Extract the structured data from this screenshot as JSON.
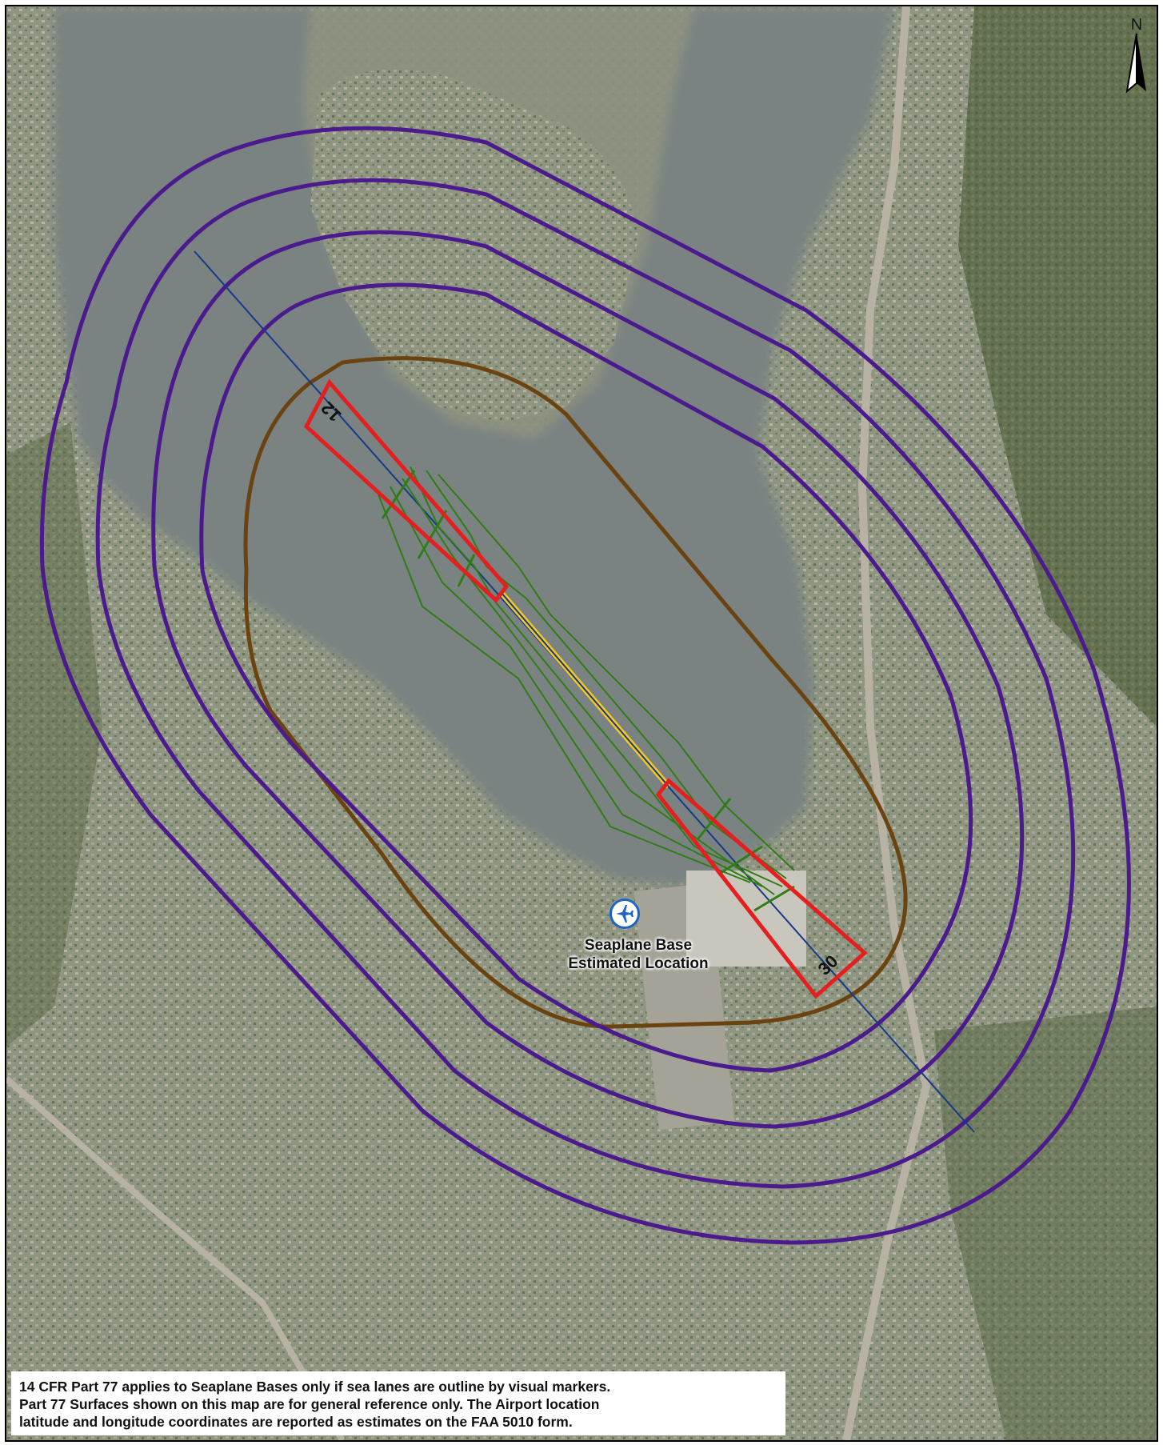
{
  "north_arrow": {
    "letter": "N"
  },
  "runways": [
    {
      "end_label": "12"
    },
    {
      "end_label": "30"
    }
  ],
  "airport_marker": {
    "icon": "airplane-icon",
    "label_lines": [
      "Seaplane Base",
      "Estimated Location"
    ]
  },
  "disclaimer": {
    "lines": [
      "14 CFR Part 77 applies to Seaplane Bases only if sea lanes are outline by visual markers.",
      "Part 77 Surfaces shown on this map are for general reference only.  The Airport location",
      "latitude and longitude coordinates are reported as estimates on the FAA 5010 form."
    ]
  },
  "colors": {
    "conical_surface": "#4b1a8c",
    "horizontal_surface": "#6b4310",
    "primary_surface": "#e41f1f",
    "approach_lines": "#2f7d14",
    "centerline": "#16398a",
    "sea_lane": "#f6c81e",
    "water": "#7d8584",
    "land": "#8b9479"
  }
}
